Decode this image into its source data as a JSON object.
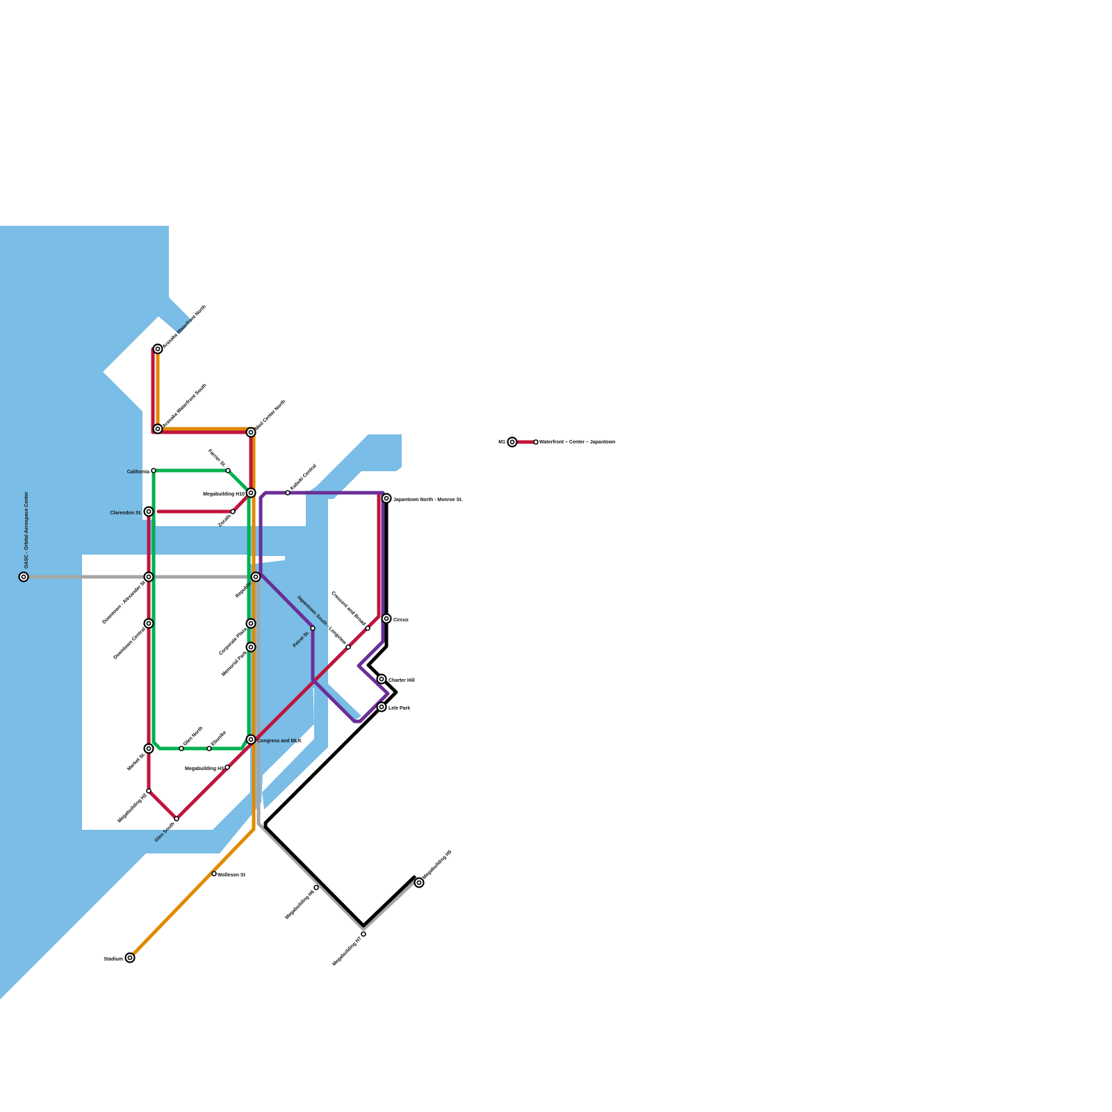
{
  "map": {
    "water_color": "#7abde6",
    "lines": [
      {
        "id": "red",
        "color": "#c0143c"
      },
      {
        "id": "orange",
        "color": "#e08a00"
      },
      {
        "id": "green",
        "color": "#00b050"
      },
      {
        "id": "purple",
        "color": "#6a2e96"
      },
      {
        "id": "gray",
        "color": "#a6a6a6"
      },
      {
        "id": "black",
        "color": "#000000"
      }
    ],
    "stations": {
      "arasaka_north": "Arasaka Waterfront North",
      "arasaka_south": "Arasaka Waterfront South",
      "med_center_north": "Med Center North",
      "california": "California",
      "farrier": "Farrier St.",
      "megabuilding_h10": "Megabuilding H10",
      "kabuki_central": "Kabuki Central",
      "clarendon": "Clarendon St.",
      "zocalo": "Zocalo",
      "japantown_north": "Japantown North - Monroe St.",
      "oasc": "OASC - Orbital Aerospace Center",
      "downtown_alexander": "Downtown - Alexander St",
      "republic": "Republic",
      "downtown_central": "Downtown Central",
      "corporate_plaza": "Corporate Plaza",
      "memorial_park": "Memorial Park",
      "petrel": "Petrel St.",
      "japantown_south": "Japantown South - Longview",
      "crescent_broad": "Crescent and Broad",
      "circus": "Circus",
      "charter_hill": "Charter Hill",
      "lele_park": "Lele Park",
      "congress_mlk": "Congress and MLK",
      "market": "Market St.",
      "glen_north": "Glen North",
      "ebunike": "Ebunike",
      "megabuilding_h3": "Megabuilding H3",
      "megabuilding_h2": "Megabuilding H2",
      "glen_south": "Glen South",
      "wolleson": "Wolleson St",
      "stadium": "Stadium",
      "megabuilding_h6": "Megabuilding H6",
      "megabuilding_h7": "Megabuilding H7",
      "megabuilding_h5": "Megabuilding H5"
    },
    "legend": {
      "line_name": "M1",
      "route": "Waterfront – Center – Japantown",
      "color": "#c0143c"
    }
  }
}
